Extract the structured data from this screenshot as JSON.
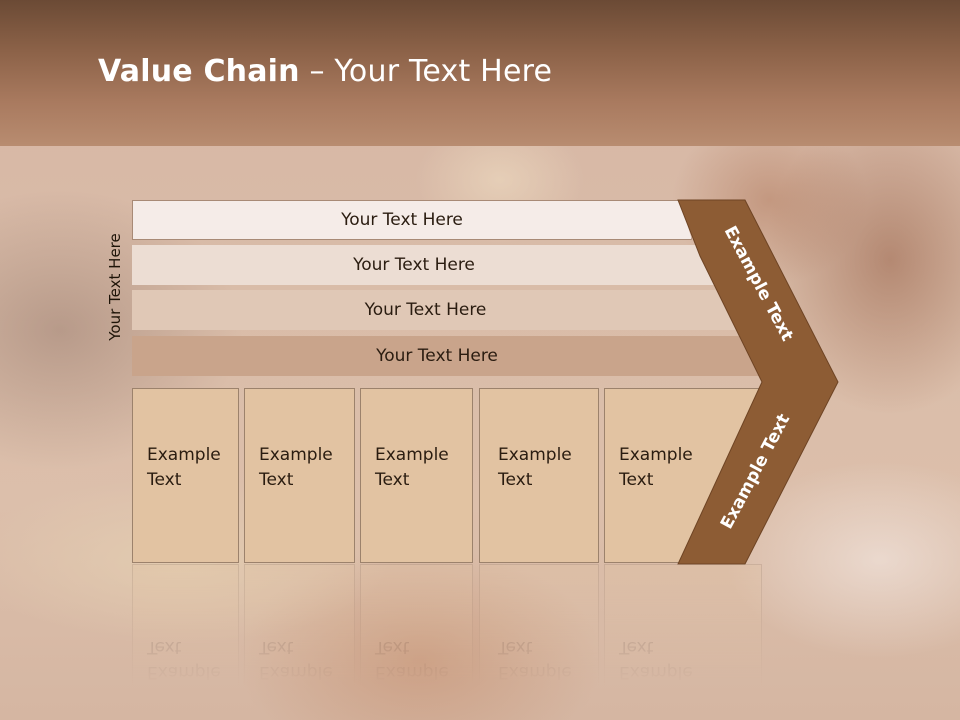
{
  "slide": {
    "title_bold": "Value Chain",
    "title_rest": " – Your Text Here",
    "side_label": "Your Text Here",
    "bars": [
      {
        "label": "Your Text Here",
        "color": "#f5ece8"
      },
      {
        "label": "Your Text Here",
        "color": "#ecddd3"
      },
      {
        "label": "Your Text Here",
        "color": "#e0c8b6"
      },
      {
        "label": "Your Text Here",
        "color": "#c9a48b"
      }
    ],
    "columns": [
      {
        "line1": "Example",
        "line2": "Text"
      },
      {
        "line1": "Example",
        "line2": "Text"
      },
      {
        "line1": "Example",
        "line2": "Text"
      },
      {
        "line1": "Example",
        "line2": "Text"
      },
      {
        "line1": "Example",
        "line2": "Text"
      }
    ],
    "chevron": {
      "upper_label": "Example Text",
      "lower_label": "Example Text",
      "color": "#8d5c34"
    },
    "header_color": "#8c6248"
  }
}
